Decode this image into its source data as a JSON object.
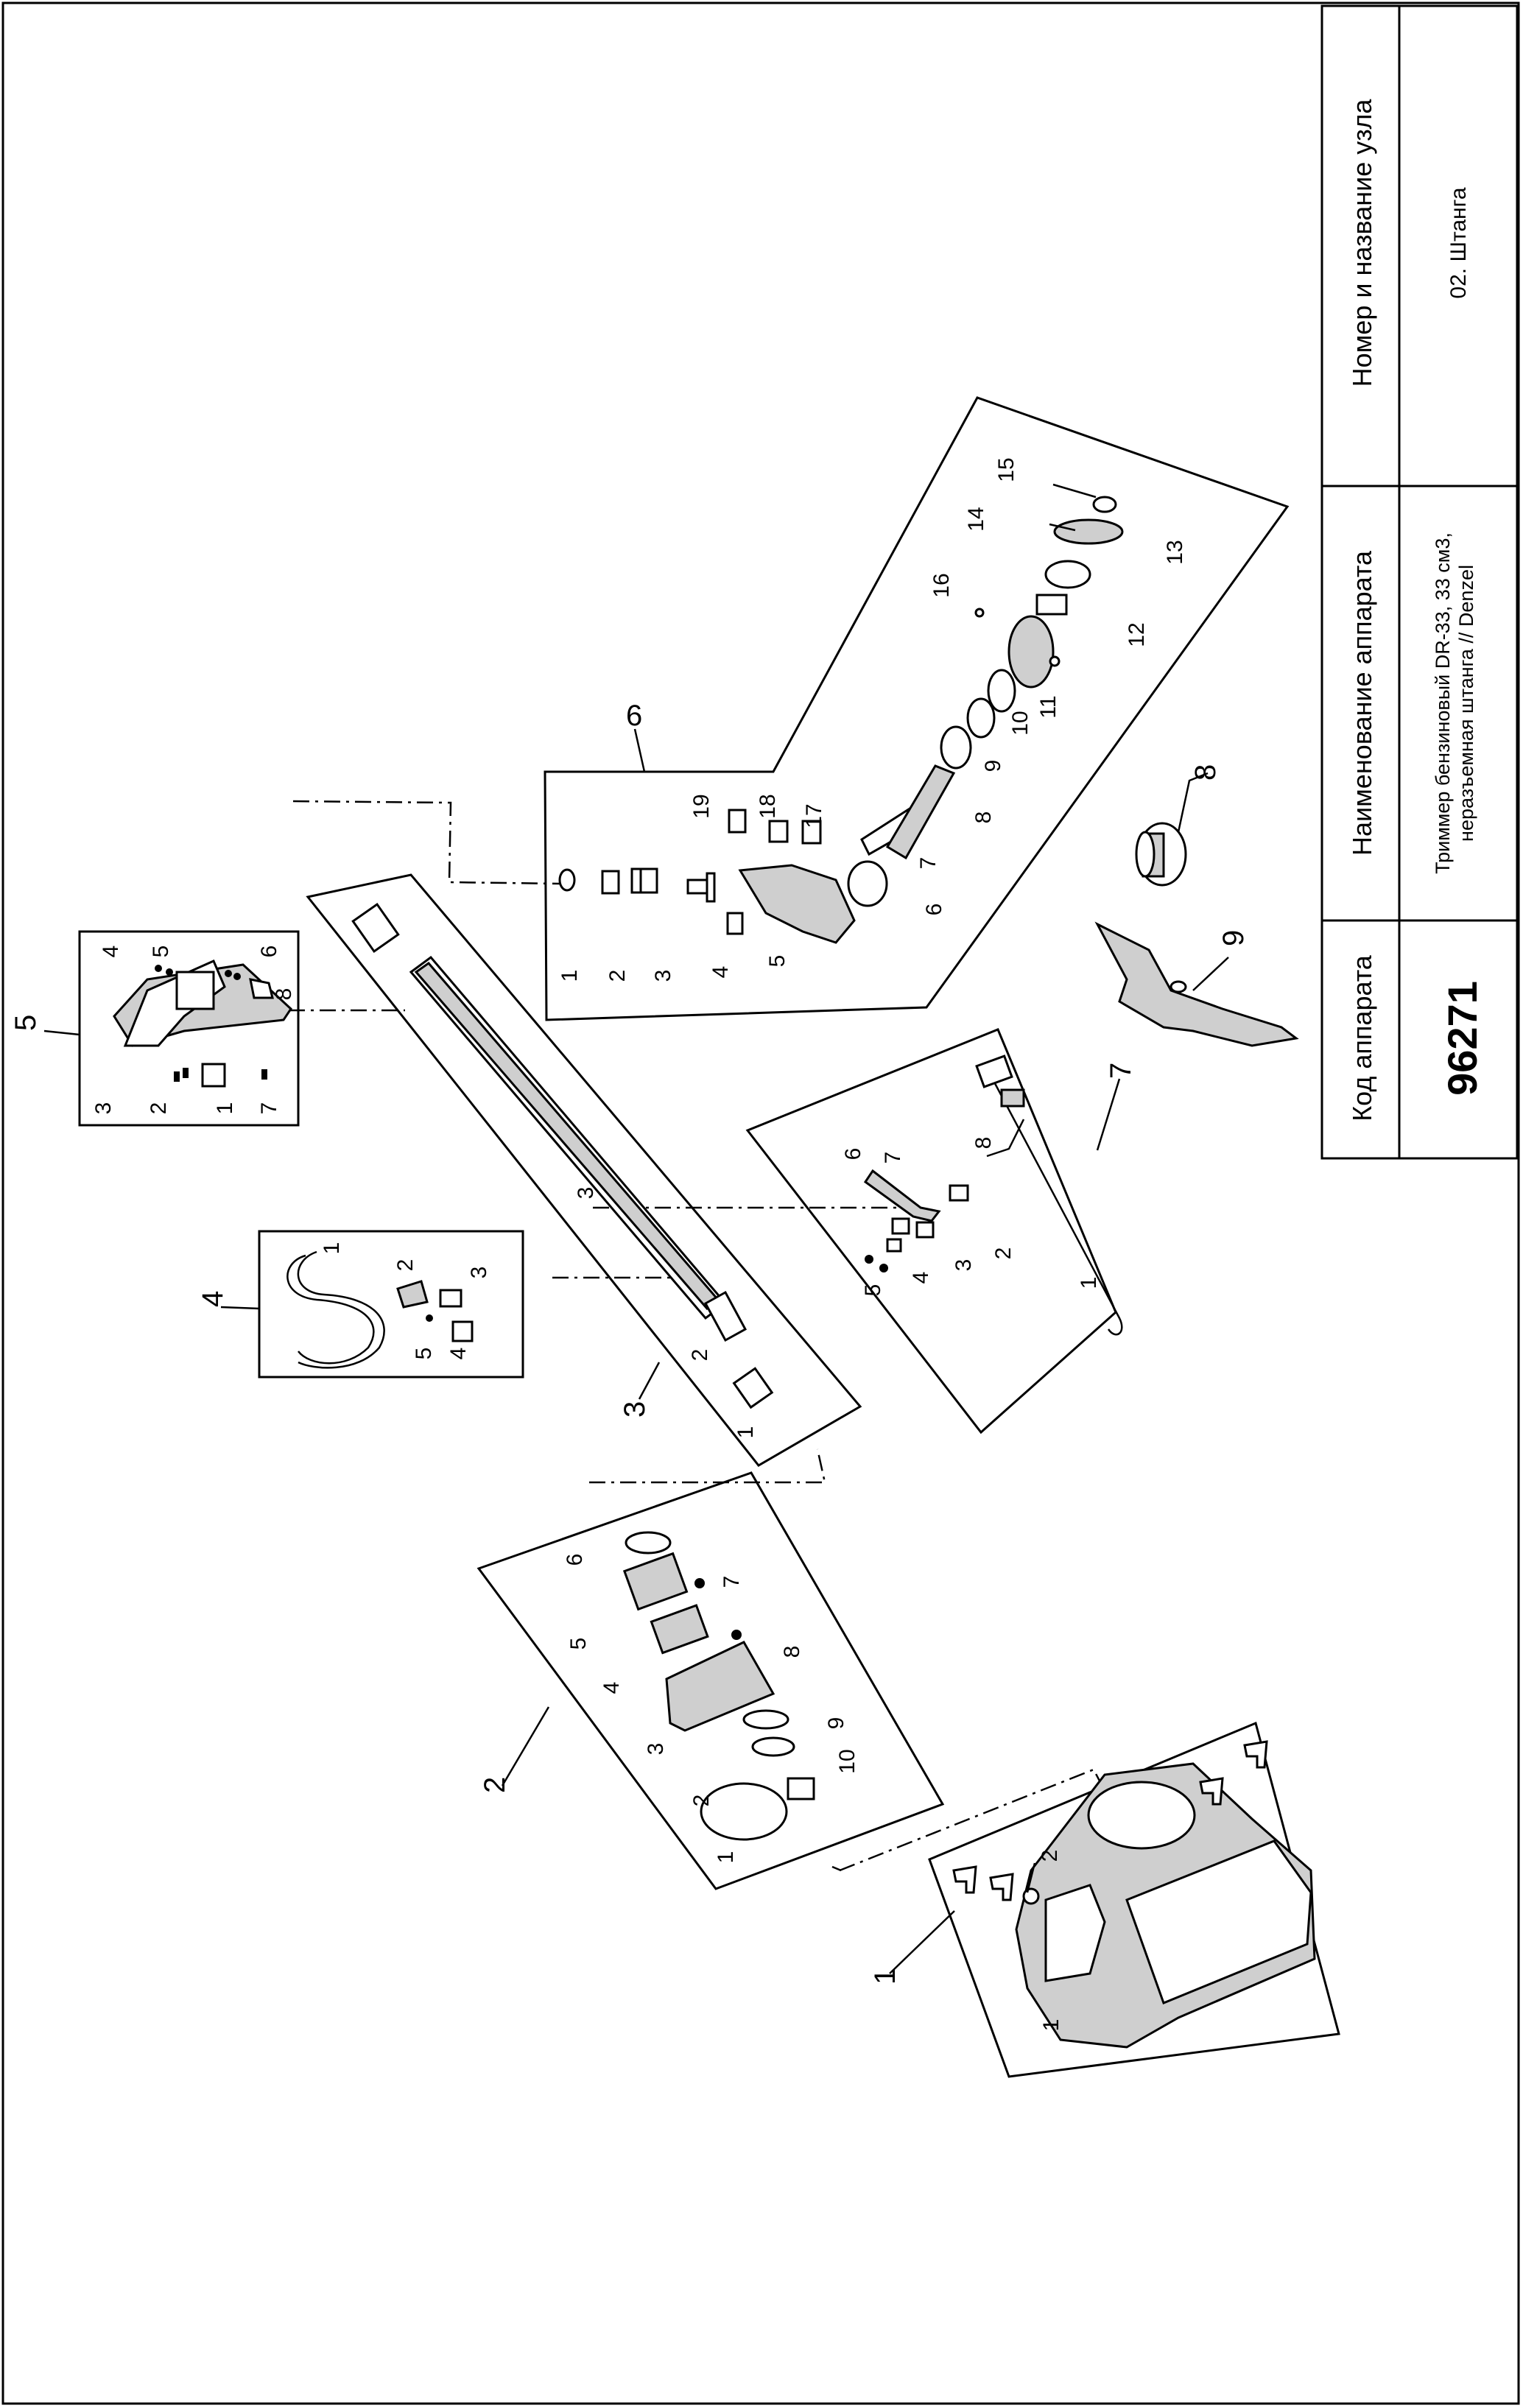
{
  "title_block": {
    "header_code": "Код аппарата",
    "header_device": "Наименование аппарата",
    "header_node": "Номер и название узла",
    "code": "96271",
    "device_line1": "Триммер бензиновый DR-33, 33 см3,",
    "device_line2": "неразъемная штанга // Denzel",
    "node": "02. Штанга"
  },
  "groups": [
    {
      "label": "1",
      "parts": [
        "1",
        "2"
      ]
    },
    {
      "label": "2",
      "parts": [
        "1",
        "2",
        "3",
        "4",
        "5",
        "6",
        "7",
        "8",
        "9",
        "10"
      ]
    },
    {
      "label": "3",
      "parts": [
        "1",
        "2",
        "3"
      ]
    },
    {
      "label": "4",
      "parts": [
        "1",
        "2",
        "3",
        "4",
        "5"
      ]
    },
    {
      "label": "5",
      "parts": [
        "1",
        "2",
        "3",
        "4",
        "5",
        "6",
        "7",
        "8"
      ]
    },
    {
      "label": "6",
      "parts": [
        "1",
        "2",
        "3",
        "4",
        "5",
        "6",
        "7",
        "8",
        "9",
        "10",
        "11",
        "12",
        "13",
        "14",
        "15",
        "16",
        "17",
        "18",
        "19"
      ]
    },
    {
      "label": "7",
      "parts": [
        "1",
        "2",
        "3",
        "4",
        "5",
        "6",
        "7",
        "8"
      ]
    },
    {
      "label": "8",
      "parts": []
    },
    {
      "label": "9",
      "parts": []
    }
  ]
}
